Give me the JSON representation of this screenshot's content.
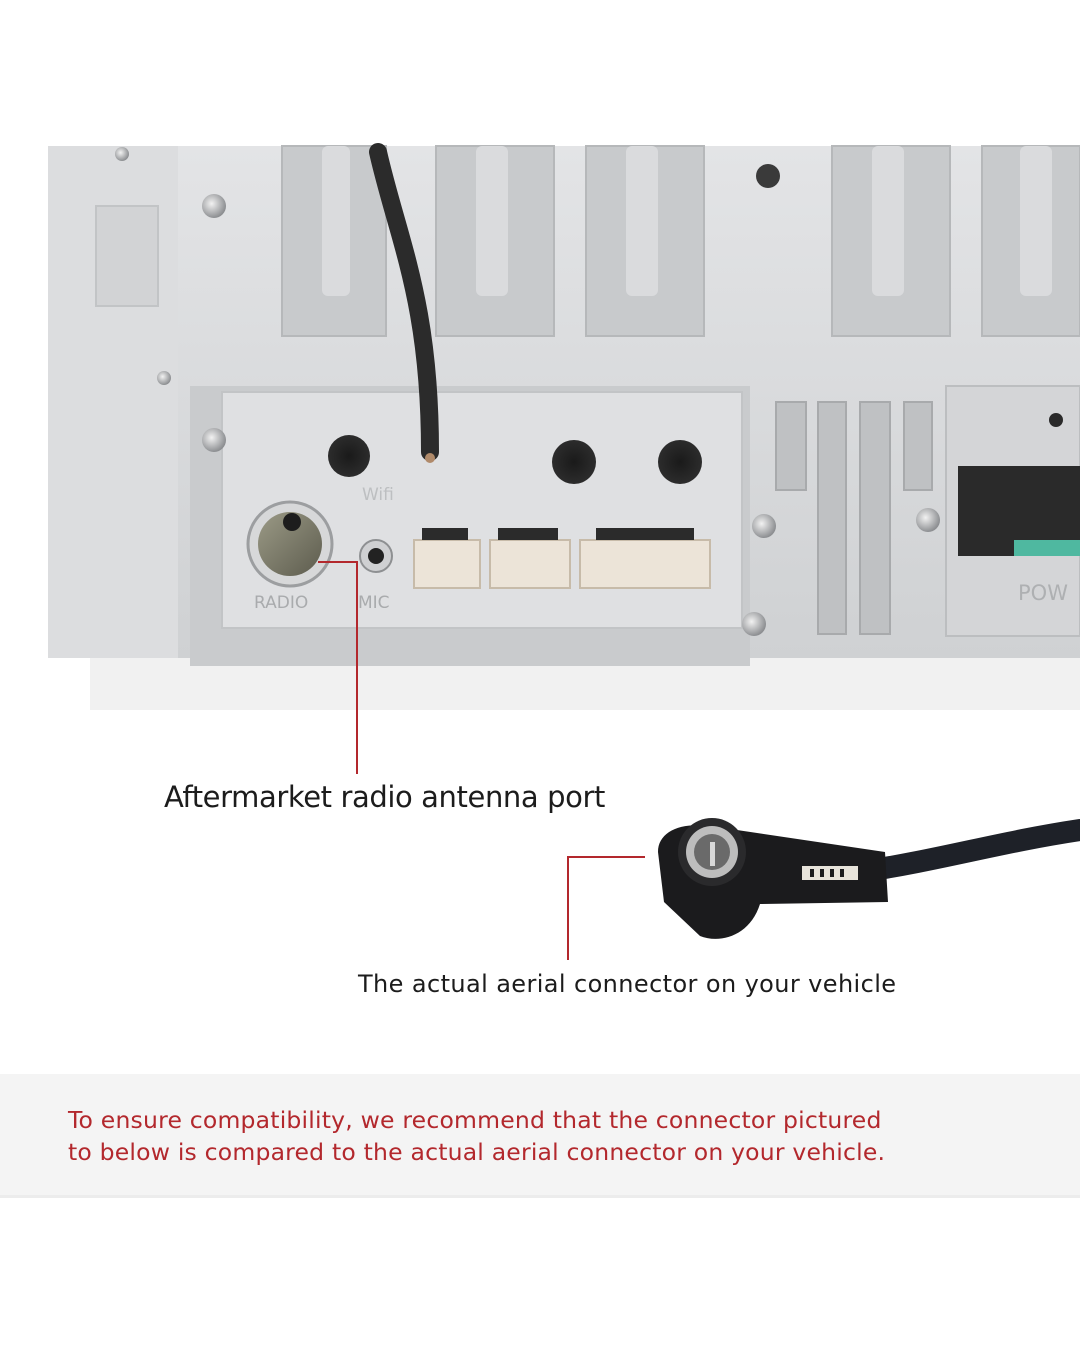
{
  "photo": {
    "panel_labels": {
      "radio": "RADIO",
      "mic": "MIC",
      "wifi": "Wifi",
      "power": "POW"
    }
  },
  "annotations": {
    "port_label": "Aftermarket radio antenna port",
    "vehicle_label": "The actual aerial connector on your vehicle"
  },
  "note": {
    "line1": "To ensure compatibility, we recommend that the connector pictured",
    "line2": "to below is compared to the actual aerial connector on your vehicle."
  },
  "colors": {
    "accent_red": "#b3282d",
    "panel_grey": "#d6d8da",
    "band_grey": "#f4f4f4",
    "text_dark": "#1c1c1c"
  },
  "icons": [
    "screw-icon",
    "radio-socket-icon",
    "mic-jack-icon",
    "wifi-antenna-icon",
    "iso-connector-icon"
  ]
}
